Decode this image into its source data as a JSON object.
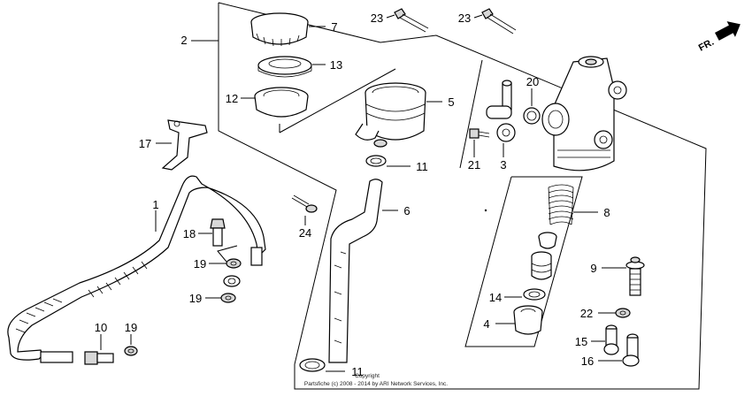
{
  "diagram": {
    "direction_label": "FR.",
    "copyright_line1": "Copyright",
    "copyright_line2": "Partsfiche (c) 2008 - 2014 by ARI Network Services, Inc.",
    "callouts": [
      {
        "id": "c1",
        "text": "1"
      },
      {
        "id": "c2",
        "text": "2"
      },
      {
        "id": "c3",
        "text": "3"
      },
      {
        "id": "c4",
        "text": "4"
      },
      {
        "id": "c5",
        "text": "5"
      },
      {
        "id": "c6",
        "text": "6"
      },
      {
        "id": "c7",
        "text": "7"
      },
      {
        "id": "c8",
        "text": "8"
      },
      {
        "id": "c9",
        "text": "9"
      },
      {
        "id": "c10",
        "text": "10"
      },
      {
        "id": "c11a",
        "text": "11"
      },
      {
        "id": "c11b",
        "text": "11"
      },
      {
        "id": "c12",
        "text": "12"
      },
      {
        "id": "c13",
        "text": "13"
      },
      {
        "id": "c14",
        "text": "14"
      },
      {
        "id": "c15",
        "text": "15"
      },
      {
        "id": "c16",
        "text": "16"
      },
      {
        "id": "c17",
        "text": "17"
      },
      {
        "id": "c18",
        "text": "18"
      },
      {
        "id": "c19a",
        "text": "19"
      },
      {
        "id": "c19b",
        "text": "19"
      },
      {
        "id": "c19c",
        "text": "19"
      },
      {
        "id": "c20",
        "text": "20"
      },
      {
        "id": "c21",
        "text": "21"
      },
      {
        "id": "c22",
        "text": "22"
      },
      {
        "id": "c23a",
        "text": "23"
      },
      {
        "id": "c23b",
        "text": "23"
      },
      {
        "id": "c24",
        "text": "24"
      }
    ]
  }
}
